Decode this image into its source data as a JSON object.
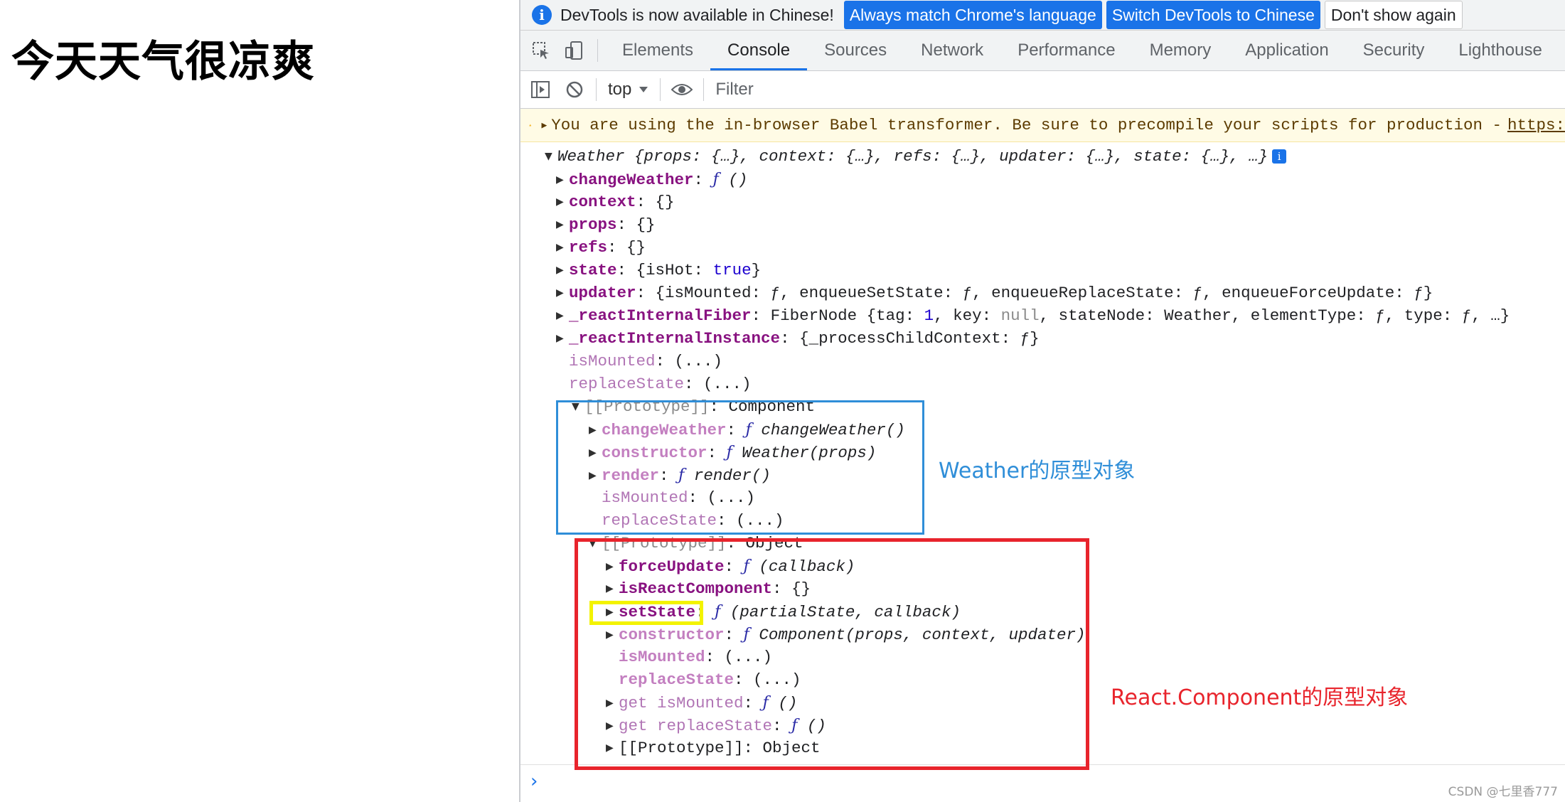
{
  "page": {
    "heading": "今天天气很凉爽"
  },
  "infobar": {
    "message": "DevTools is now available in Chinese!",
    "btn_match": "Always match Chrome's language",
    "btn_switch": "Switch DevTools to Chinese",
    "btn_dont_show": "Don't show again"
  },
  "tabs": [
    "Elements",
    "Console",
    "Sources",
    "Network",
    "Performance",
    "Memory",
    "Application",
    "Security",
    "Lighthouse"
  ],
  "toolbar": {
    "context": "top",
    "filter_placeholder": "Filter"
  },
  "warning": {
    "text": "You are using the in-browser Babel transformer. Be sure to precompile your scripts for production -",
    "link": "https:"
  },
  "tree": {
    "root_name": "Weather",
    "root_summary": "{props: {…}, context: {…}, refs: {…}, updater: {…}, state: {…}, …}",
    "changeWeather_key": "changeWeather",
    "changeWeather_val": "()",
    "context_key": "context",
    "context_val": "{}",
    "props_key": "props",
    "props_val": "{}",
    "refs_key": "refs",
    "refs_val": "{}",
    "state_key": "state",
    "state_open": "{isHot: ",
    "state_true": "true",
    "state_close": "}",
    "updater_key": "updater",
    "updater_val": "{isMounted: ƒ, enqueueSetState: ƒ, enqueueReplaceState: ƒ, enqueueForceUpdate: ƒ}",
    "fiber_key": "_reactInternalFiber",
    "fiber_a": "FiberNode {tag: ",
    "fiber_tag": "1",
    "fiber_b": ", key: ",
    "fiber_null": "null",
    "fiber_c": ", stateNode: Weather, elementType: ƒ, type: ƒ, …}",
    "instance_key": "_reactInternalInstance",
    "instance_val": "{_processChildContext: ƒ}",
    "isMounted_key": "isMounted",
    "isMounted_val": "(...)",
    "replaceState_key": "replaceState",
    "replaceState_val": "(...)",
    "proto1_key": "[[Prototype]]",
    "proto1_val": "Component",
    "p1_cw_key": "changeWeather",
    "p1_cw_val": "changeWeather()",
    "p1_ctor_key": "constructor",
    "p1_ctor_val": "Weather(props)",
    "p1_render_key": "render",
    "p1_render_val": "render()",
    "p1_ism_key": "isMounted",
    "p1_ism_val": "(...)",
    "p1_rs_key": "replaceState",
    "p1_rs_val": "(...)",
    "proto2_key": "[[Prototype]]",
    "proto2_val": "Object",
    "p2_fu_key": "forceUpdate",
    "p2_fu_val": "(callback)",
    "p2_irc_key": "isReactComponent",
    "p2_irc_val": "{}",
    "p2_ss_key": "setState",
    "p2_ss_val": "(partialState, callback)",
    "p2_ctor_key": "constructor",
    "p2_ctor_val": "Component(props, context, updater)",
    "p2_ism_key": "isMounted",
    "p2_ism_val": "(...)",
    "p2_rs_key": "replaceState",
    "p2_rs_val": "(...)",
    "p2_gism_key": "get isMounted",
    "p2_gism_val": "()",
    "p2_grs_key": "get replaceState",
    "p2_grs_val": "()",
    "p2_proto_key": "[[Prototype]]",
    "p2_proto_val": "Object"
  },
  "annotations": {
    "blue_label": "Weather的原型对象",
    "red_label": "React.Component的原型对象"
  },
  "watermark": "CSDN @七里香777",
  "colors": {
    "accent": "#1a73e8",
    "annotation_blue": "#2f8ed8",
    "annotation_red": "#e8242c",
    "highlight_yellow": "#f3f300"
  }
}
